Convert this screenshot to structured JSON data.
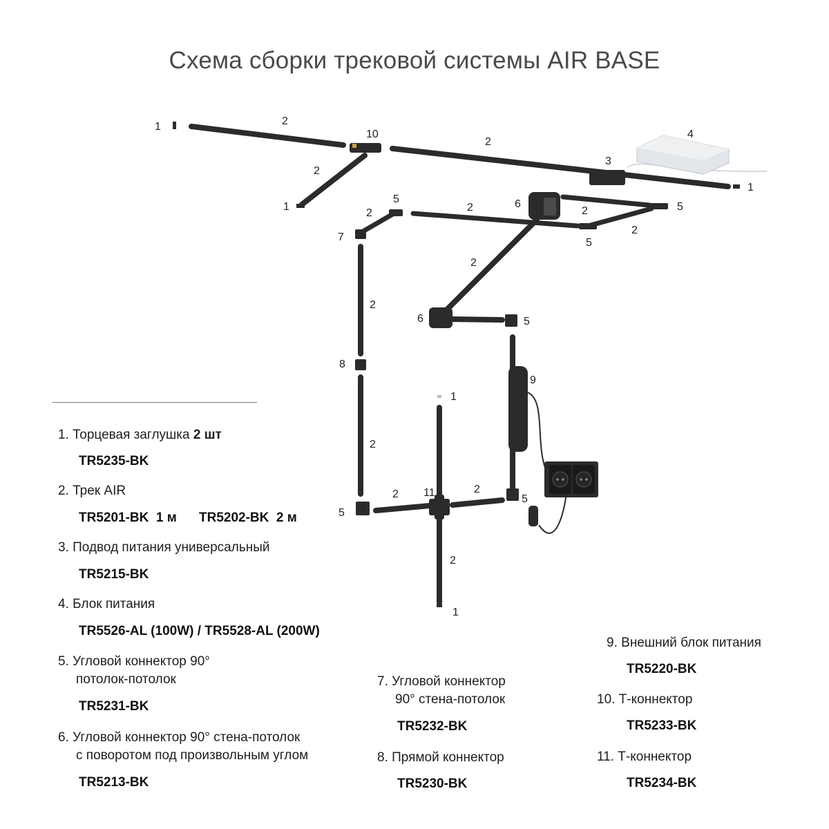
{
  "title": "Схема сборки трековой системы AIR BASE",
  "diagram_labels": {
    "l1a": "1",
    "l2a": "2",
    "l10": "10",
    "l2b": "2",
    "l4": "4",
    "l3": "3",
    "l1b": "1",
    "l2c": "2",
    "l1c": "1",
    "l5a": "5",
    "l2d": "2",
    "l2e": "2",
    "l6a": "6",
    "l2f": "2",
    "l5b": "5",
    "l2g": "2",
    "l5c": "5",
    "l7": "7",
    "l2h": "2",
    "l2i": "2",
    "l6b": "6",
    "l5d": "5",
    "l8": "8",
    "l9": "9",
    "l1d": "1",
    "l2j": "2",
    "l5e": "5",
    "l2k": "2",
    "l11": "11",
    "l2l": "2",
    "l5f": "5",
    "l2m": "2",
    "l1e": "1"
  },
  "legend": [
    {
      "num": "1.",
      "text": "Торцевая заглушка",
      "bold": "2 шт",
      "codes": [
        "TR5235-BK"
      ]
    },
    {
      "num": "2.",
      "text": "Трек AIR",
      "codes": [
        "TR5201-BK  1 м",
        "TR5202-BK  2 м"
      ]
    },
    {
      "num": "3.",
      "text": "Подвод питания универсальный",
      "codes": [
        "TR5215-BK"
      ]
    },
    {
      "num": "4.",
      "text": "Блок питания",
      "codes": [
        "TR5526-AL (100W) / TR5528-AL (200W)"
      ]
    },
    {
      "num": "5.",
      "text": "Угловой коннектор 90°",
      "text2": "потолок-потолок",
      "codes": [
        "TR5231-BK"
      ]
    },
    {
      "num": "6.",
      "text": "Угловой коннектор 90° стена-потолок",
      "text2": "с поворотом под произвольным углом",
      "codes": [
        "TR5213-BK"
      ]
    },
    {
      "num": "7.",
      "text": "Угловой коннектор",
      "text2": "90° стена-потолок",
      "codes": [
        "TR5232-BK"
      ]
    },
    {
      "num": "8.",
      "text": "Прямой коннектор",
      "codes": [
        "TR5230-BK"
      ]
    },
    {
      "num": "9.",
      "text": "Внешний блок питания",
      "codes": [
        "TR5220-BK"
      ]
    },
    {
      "num": "10.",
      "text": "Т-коннектор",
      "codes": [
        "TR5233-BK"
      ]
    },
    {
      "num": "11.",
      "text": "Т-коннектор",
      "codes": [
        "TR5234-BK"
      ]
    }
  ],
  "colors": {
    "track": "#2b2b2b",
    "psu": "#e2e6ea",
    "text": "#1e1e1e",
    "title": "#4a4a4a"
  }
}
